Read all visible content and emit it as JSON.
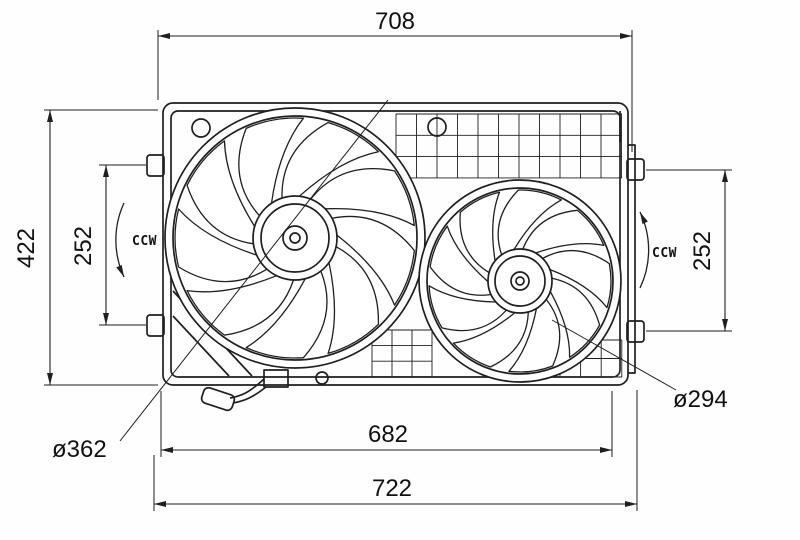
{
  "drawing": {
    "dimensions": {
      "top_width": "708",
      "overall_height": "422",
      "left_mount_spacing": "252",
      "right_mount_spacing": "252",
      "inner_width": "682",
      "overall_width": "722",
      "large_fan_diameter": "ø362",
      "small_fan_diameter": "ø294"
    },
    "annotations": {
      "left_fan_rotation": "CCW",
      "right_fan_rotation": "CCW"
    },
    "colors": {
      "line": "#1f1f1f",
      "background": "#fefefe"
    }
  }
}
